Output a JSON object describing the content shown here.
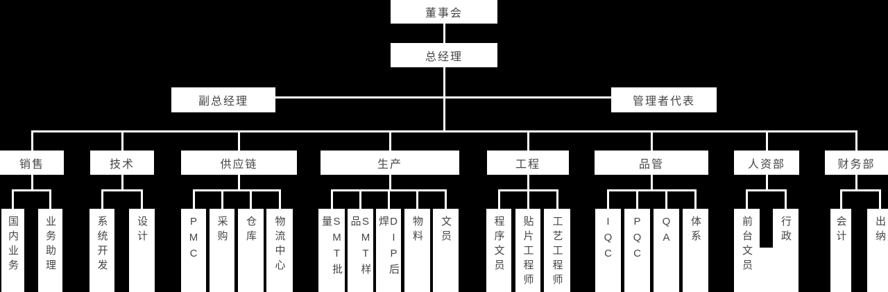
{
  "colors": {
    "background": "#000000",
    "node_fill": "#ffffff",
    "node_text": "#454545",
    "connector": "#ffffff"
  },
  "org": {
    "board": {
      "label": "董事会"
    },
    "general_manager": {
      "label": "总经理"
    },
    "staff": [
      {
        "id": "deputy-gm",
        "label": "副总经理"
      },
      {
        "id": "management-rep",
        "label": "管理者代表"
      }
    ],
    "departments": [
      {
        "id": "sales",
        "label": "销售",
        "children": [
          {
            "id": "domestic-business",
            "label": "国内业务"
          },
          {
            "id": "business-assistant",
            "label": "业务助理"
          }
        ]
      },
      {
        "id": "technology",
        "label": "技术",
        "children": [
          {
            "id": "system-development",
            "label": "系统开发"
          },
          {
            "id": "design",
            "label": "设计"
          }
        ]
      },
      {
        "id": "supply-chain",
        "label": "供应链",
        "children": [
          {
            "id": "pmc",
            "label": "PMC"
          },
          {
            "id": "procurement",
            "label": "采购"
          },
          {
            "id": "warehouse",
            "label": "仓库"
          },
          {
            "id": "logistics-center",
            "label": "物流中心"
          }
        ]
      },
      {
        "id": "production",
        "label": "生产",
        "children": [
          {
            "id": "smt-batch",
            "label": "SMT批量"
          },
          {
            "id": "smt-sample",
            "label": "SMT样品"
          },
          {
            "id": "dip-soldering",
            "label": "DIP后焊"
          },
          {
            "id": "materials",
            "label": "物料"
          },
          {
            "id": "clerk",
            "label": "文员"
          }
        ]
      },
      {
        "id": "engineering",
        "label": "工程",
        "children": [
          {
            "id": "program-clerk",
            "label": "程序文员"
          },
          {
            "id": "smt-engineer",
            "label": "贴片工程师"
          },
          {
            "id": "process-engineer",
            "label": "工艺工程师"
          }
        ]
      },
      {
        "id": "quality",
        "label": "品管",
        "children": [
          {
            "id": "iqc",
            "label": "IQC"
          },
          {
            "id": "pqc",
            "label": "PQC"
          },
          {
            "id": "qa",
            "label": "QA"
          },
          {
            "id": "system",
            "label": "体系"
          }
        ]
      },
      {
        "id": "hr",
        "label": "人资部",
        "children": [
          {
            "id": "front-desk-clerk",
            "label": "前台文员"
          },
          {
            "id": "admin",
            "label": "行政"
          }
        ]
      },
      {
        "id": "finance",
        "label": "财务部",
        "children": [
          {
            "id": "accounting",
            "label": "会计"
          },
          {
            "id": "cashier",
            "label": "出纳"
          }
        ]
      }
    ]
  }
}
